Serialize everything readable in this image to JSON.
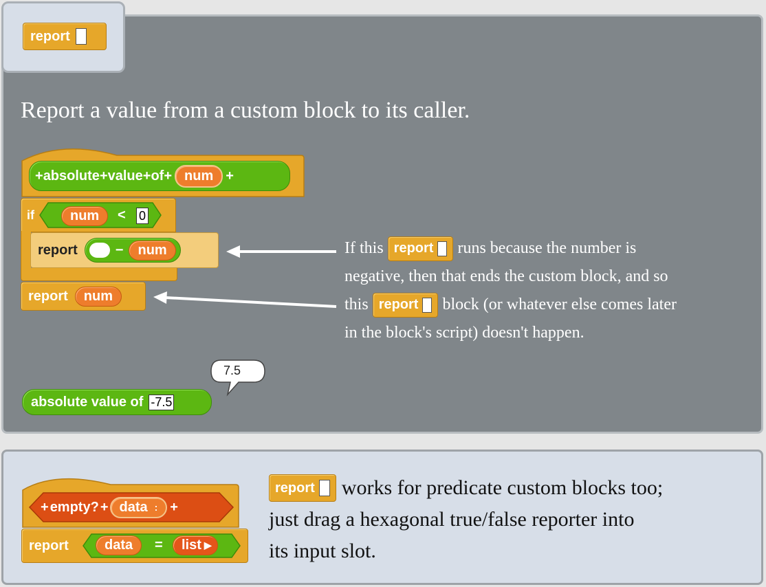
{
  "tab": {
    "block_label": "report"
  },
  "main": {
    "heading": "Report a value from a custom block to its caller.",
    "hat": {
      "parts": [
        "+",
        "absolute",
        "+",
        "value",
        "+",
        "of",
        "+"
      ],
      "param": "num",
      "end_plus": "+"
    },
    "if_block": {
      "label": "if",
      "var": "num",
      "op": "<",
      "value": "0"
    },
    "report1": {
      "label": "report",
      "op": "−",
      "var": "num"
    },
    "report2": {
      "label": "report",
      "var": "num"
    },
    "explanation": {
      "line1_pre": "If this",
      "line1_block": "report",
      "line1_post": "runs because the number is",
      "line2": "negative, then that ends the custom block, and so",
      "line3_pre": "this",
      "line3_block": "report",
      "line3_post": "block (or whatever else comes later",
      "line4": "in the block's script) doesn't happen."
    },
    "result_bubble": "7.5",
    "call_block": {
      "label": "absolute value of",
      "input": "-7.5"
    }
  },
  "bottom": {
    "hat": {
      "plus1": "+",
      "name": "empty?",
      "plus2": "+",
      "param": "data",
      "param_suffix": ":",
      "plus3": "+"
    },
    "report": {
      "label": "report",
      "var": "data",
      "op": "=",
      "list": "list"
    },
    "text_block": "report",
    "text_line1": "works for predicate custom blocks too;",
    "text_line2": "just drag a hexagonal true/false reporter into",
    "text_line3": "its input slot."
  },
  "colors": {
    "control": "#e6a72a",
    "operators": "#5cb712",
    "variables": "#ee7d2c",
    "panel_dark": "#80868a",
    "panel_light": "#d7dee8"
  }
}
